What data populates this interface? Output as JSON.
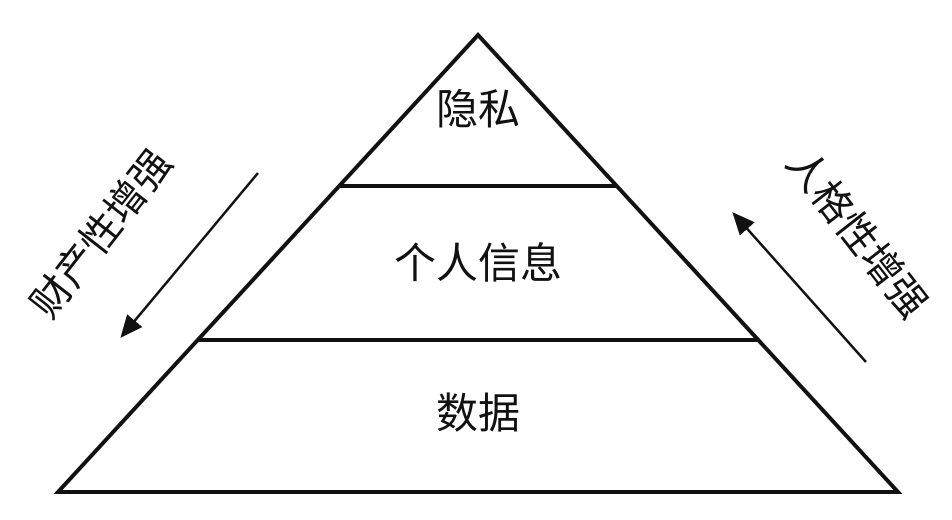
{
  "levels": {
    "top": "隐私",
    "middle": "个人信息",
    "bottom": "数据"
  },
  "left_arrow": {
    "label": "财产性增强",
    "direction": "downward"
  },
  "right_arrow": {
    "label": "人格性增强",
    "direction": "upward"
  },
  "colors": {
    "stroke": "#111111",
    "background": "#ffffff"
  }
}
